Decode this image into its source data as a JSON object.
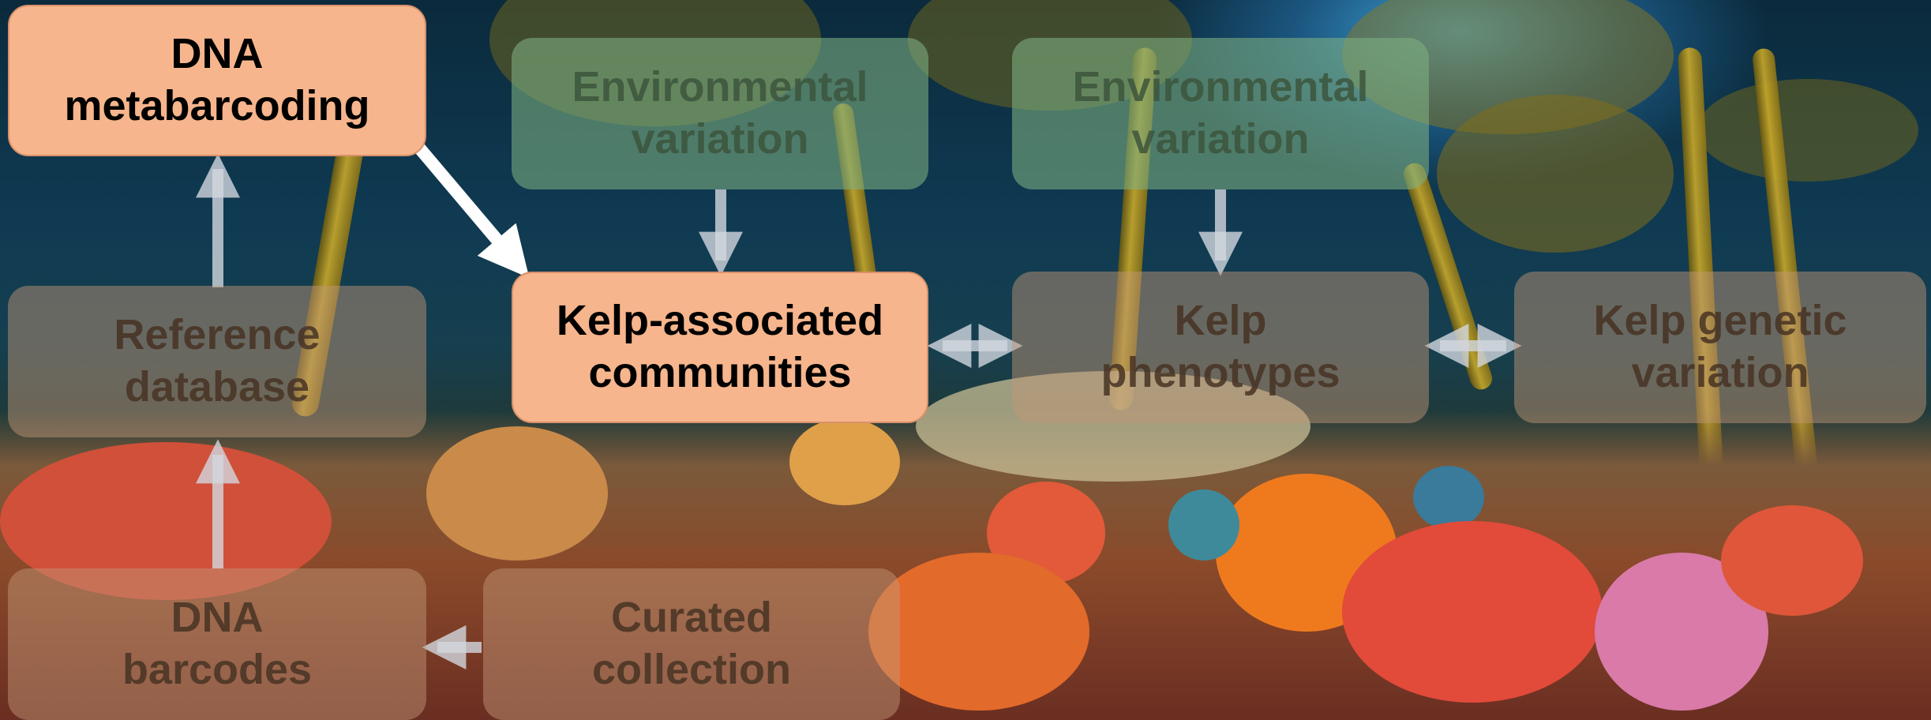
{
  "nodes": {
    "dna_metabarcoding": {
      "line1": "DNA",
      "line2": "metabarcoding"
    },
    "env_variation_1": {
      "line1": "Environmental",
      "line2": "variation"
    },
    "env_variation_2": {
      "line1": "Environmental",
      "line2": "variation"
    },
    "reference_database": {
      "line1": "Reference",
      "line2": "database"
    },
    "kelp_communities": {
      "line1": "Kelp-associated",
      "line2": "communities"
    },
    "kelp_phenotypes": {
      "line1": "Kelp",
      "line2": "phenotypes"
    },
    "kelp_genetic": {
      "line1": "Kelp genetic",
      "line2": "variation"
    },
    "dna_barcodes": {
      "line1": "DNA",
      "line2": "barcodes"
    },
    "curated_collection": {
      "line1": "Curated",
      "line2": "collection"
    }
  },
  "colors": {
    "active_box": "#f6b58c",
    "faded_box": "#c39678",
    "faded_green_box": "#7daf82",
    "active_arrow": "#ffffff",
    "faded_arrow": "#c8d0d8"
  }
}
